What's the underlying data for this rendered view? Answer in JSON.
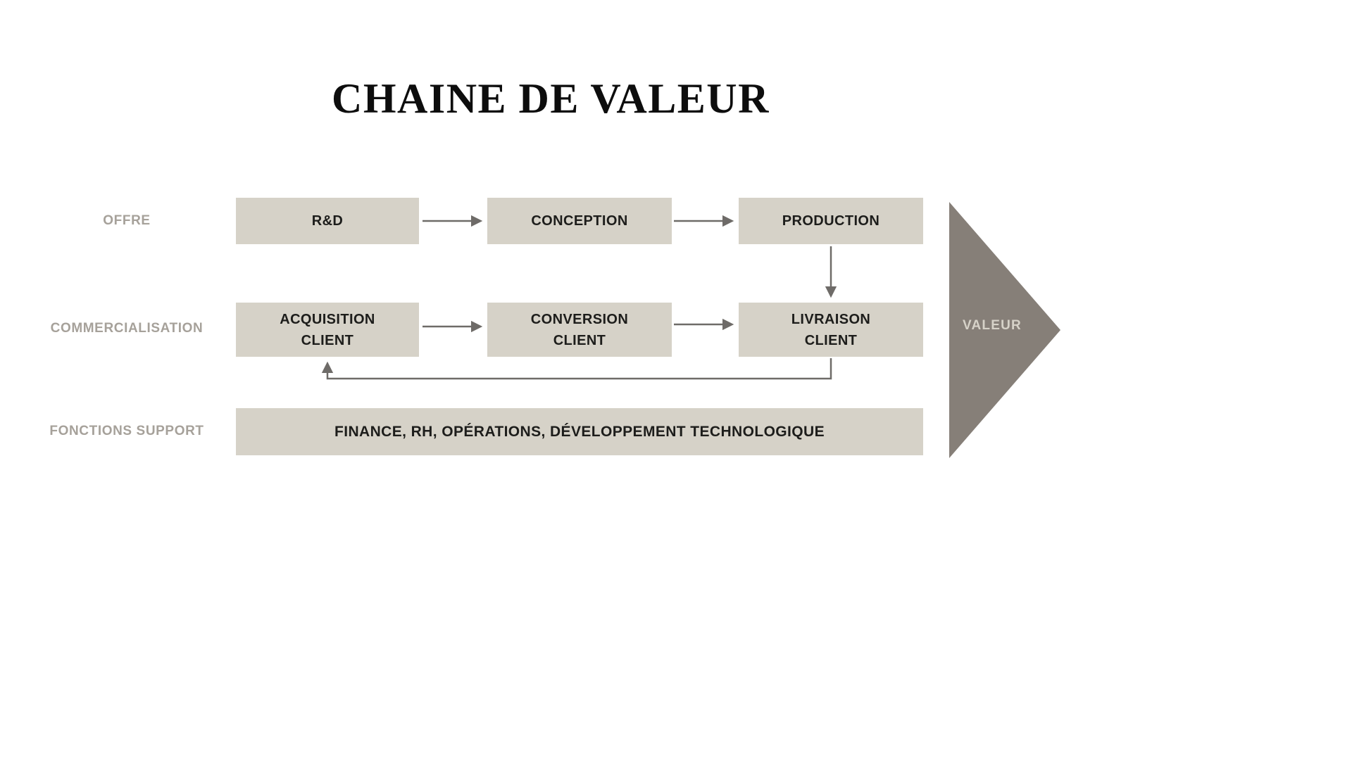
{
  "title": "CHAINE DE VALEUR",
  "rows": [
    {
      "label": "OFFRE",
      "boxes": [
        "R&D",
        "CONCEPTION",
        "PRODUCTION"
      ]
    },
    {
      "label": "COMMERCIALISATION",
      "boxes": [
        "ACQUISITION\nCLIENT",
        "CONVERSION\nCLIENT",
        "LIVRAISON\nCLIENT"
      ]
    },
    {
      "label": "FONCTIONS SUPPORT",
      "boxes": [
        "FINANCE, RH, OPÉRATIONS, DÉVELOPPEMENT TECHNOLOGIQUE"
      ]
    }
  ],
  "value_arrow_label": "VALEUR",
  "colors": {
    "background": "#ffffff",
    "title_text": "#0d0d0d",
    "box_background": "#d6d2c8",
    "box_text": "#1d1d1b",
    "row_label_text": "#a6a19a",
    "connector": "#6e6b68",
    "value_arrow": "#867f78",
    "value_arrow_text": "#d6d2c8"
  }
}
